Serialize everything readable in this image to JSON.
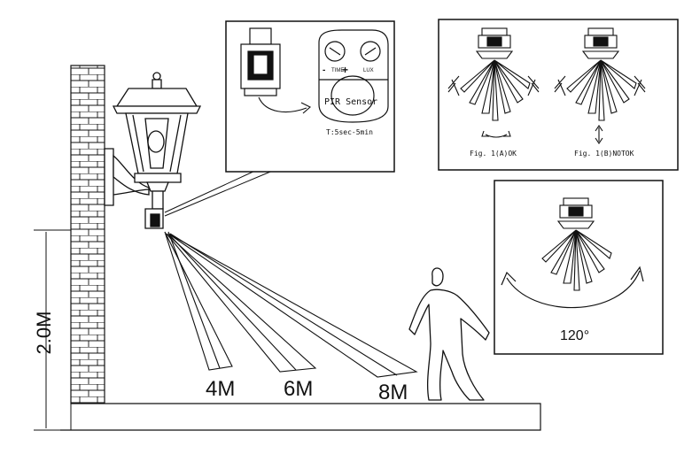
{
  "heights": {
    "mount_height": "2.0M"
  },
  "distances": [
    {
      "label": "4M"
    },
    {
      "label": "6M"
    },
    {
      "label": "8M"
    }
  ],
  "inset_sensor": {
    "title": "PIR Sensor",
    "time_label": "T:5sec-5min",
    "time_dial_text": "TIME",
    "lux_dial_text": "LUX",
    "plus": "+",
    "minus": "-"
  },
  "inset_orientation": {
    "ok_caption": "Fig. 1(A)OK",
    "not_ok_caption": "Fig. 1(B)NOTOK"
  },
  "inset_angle": {
    "angle_label": "120°"
  },
  "colors": {
    "stroke": "#111111",
    "background": "#ffffff"
  }
}
